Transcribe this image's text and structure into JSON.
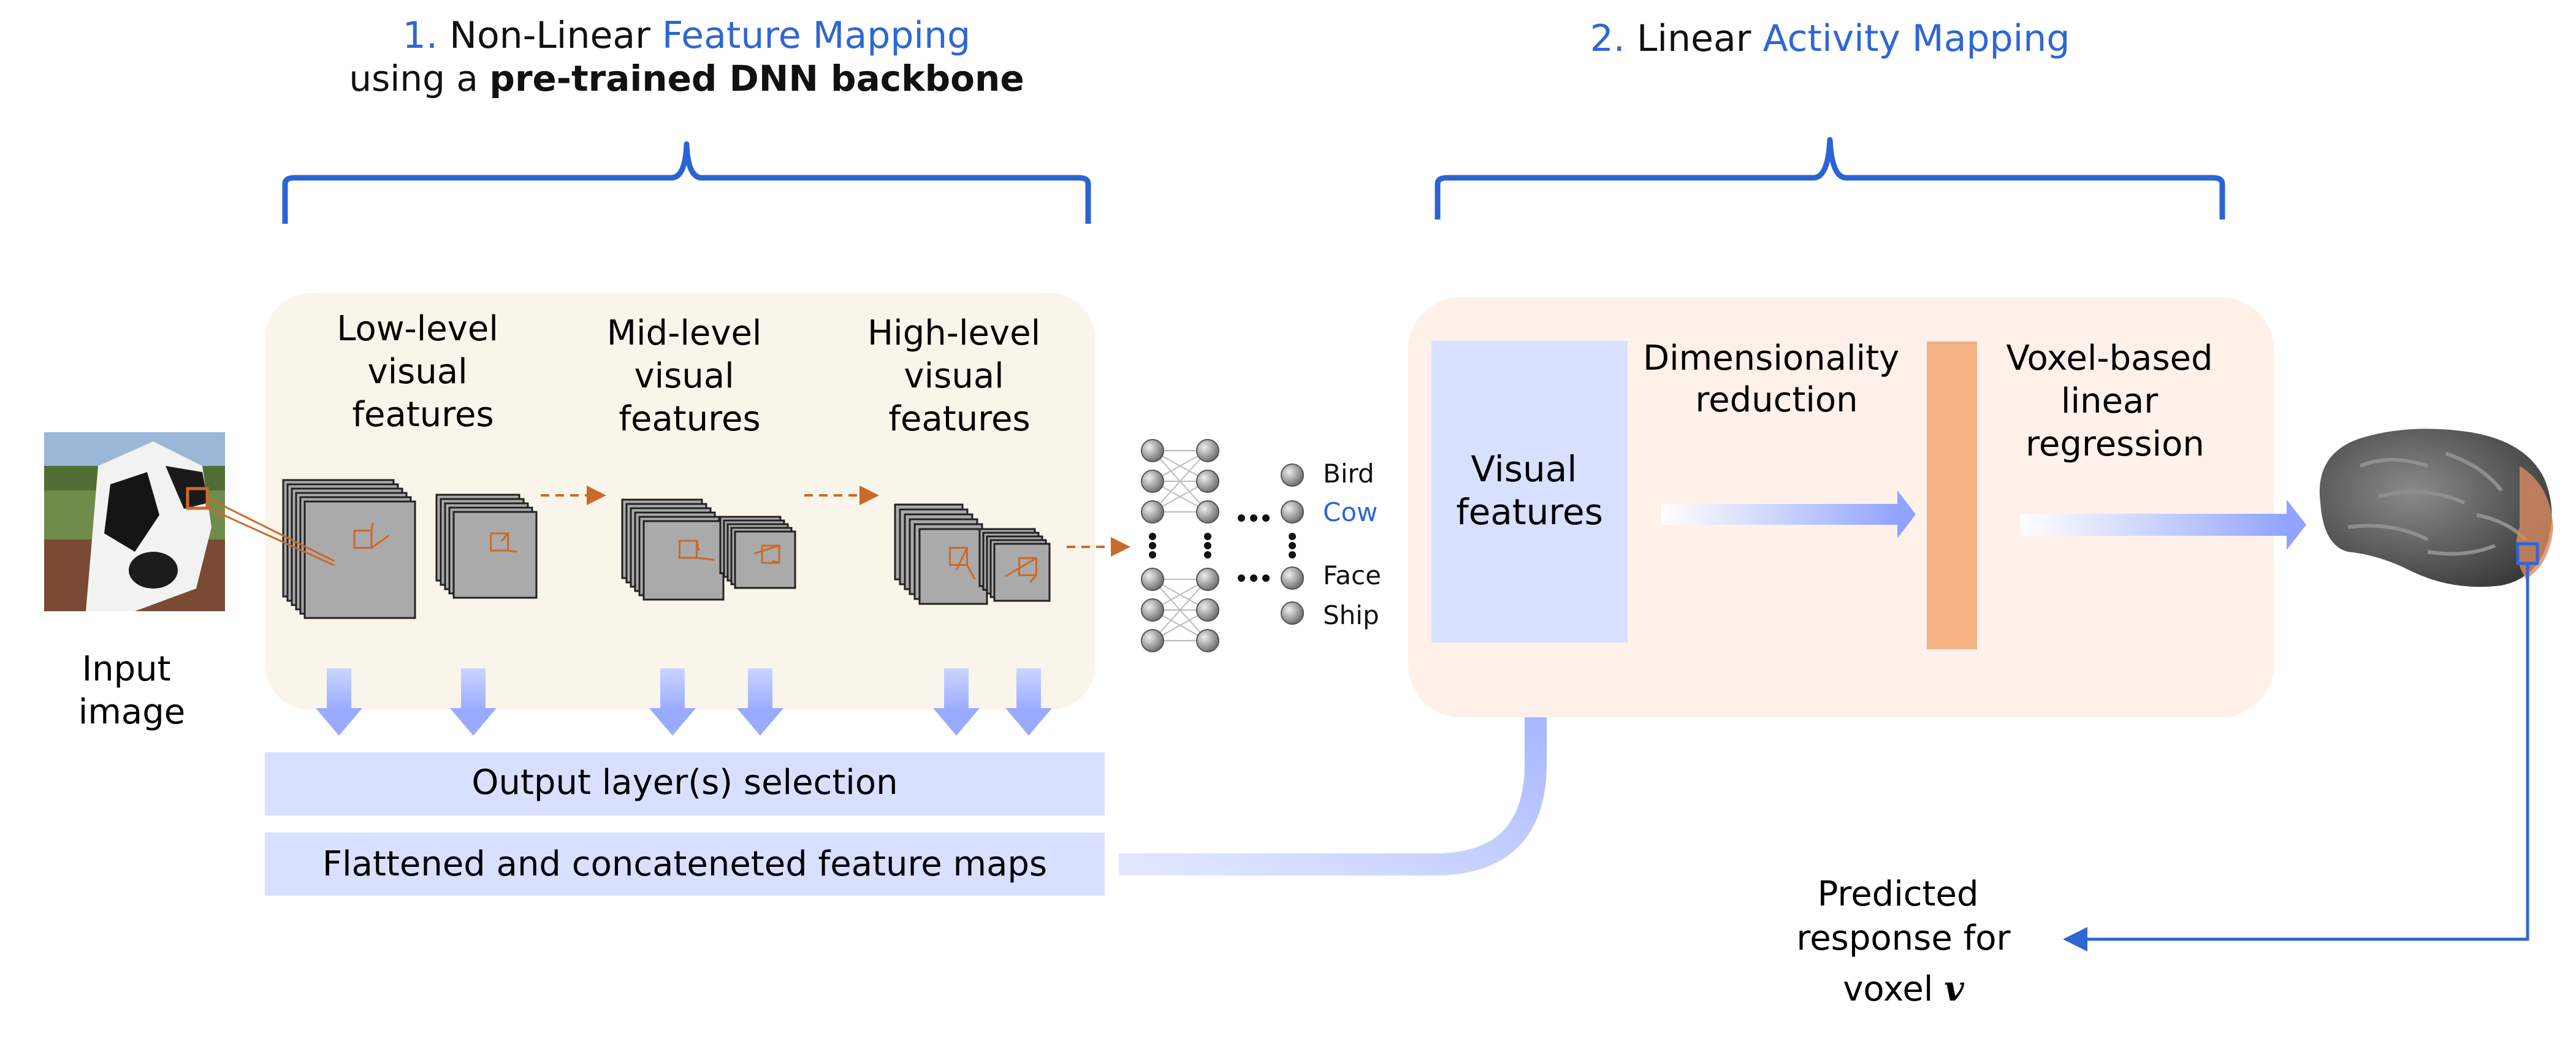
{
  "colors": {
    "accent_blue": "#2f66d6",
    "bracket_blue": "#2a63d4",
    "panel_left": "#faf5ea",
    "panel_right": "#fdf1ea",
    "light_lavender": "#d9e0ff",
    "soft_arrow": "#a4b4ff",
    "orange_bar": "#f4b182",
    "orange_line": "#c96a2c",
    "brain_dark": "#4b4b4b"
  },
  "section1": {
    "num": "1.",
    "title_plain": "Non-Linear",
    "title_colored": "Feature Mapping",
    "subtitle_plain": "using a",
    "subtitle_bold": "pre-trained DNN backbone"
  },
  "section2": {
    "num": "2.",
    "title_plain": "Linear",
    "title_colored": "Activity Mapping"
  },
  "input_image_label": [
    "Input",
    "image"
  ],
  "feature_levels": [
    {
      "id": "low",
      "lines": [
        "Low-level",
        "visual",
        "features"
      ]
    },
    {
      "id": "mid",
      "lines": [
        "Mid-level",
        "visual",
        "features"
      ]
    },
    {
      "id": "high",
      "lines": [
        "High-level",
        "visual",
        "features"
      ]
    }
  ],
  "classifier_labels": [
    {
      "text": "Bird",
      "highlight": false
    },
    {
      "text": "Cow",
      "highlight": true
    },
    {
      "text": "Face",
      "highlight": false
    },
    {
      "text": "Ship",
      "highlight": false
    }
  ],
  "output_layer_box": "Output layer(s) selection",
  "flattened_box": "Flattened and concateneted feature maps",
  "visual_features_box": [
    "Visual",
    "features"
  ],
  "dim_reduction_label": [
    "Dimensionality",
    "reduction"
  ],
  "voxel_regression_label": [
    "Voxel-based",
    "linear",
    "regression"
  ],
  "predicted_label": [
    "Predicted",
    "response for"
  ],
  "predicted_voxel_word": "voxel",
  "predicted_voxel_symbol": "v",
  "icons": [
    "cow-photo-icon",
    "feature-map-stack-icon",
    "neural-network-icon",
    "brain-surface-icon"
  ]
}
